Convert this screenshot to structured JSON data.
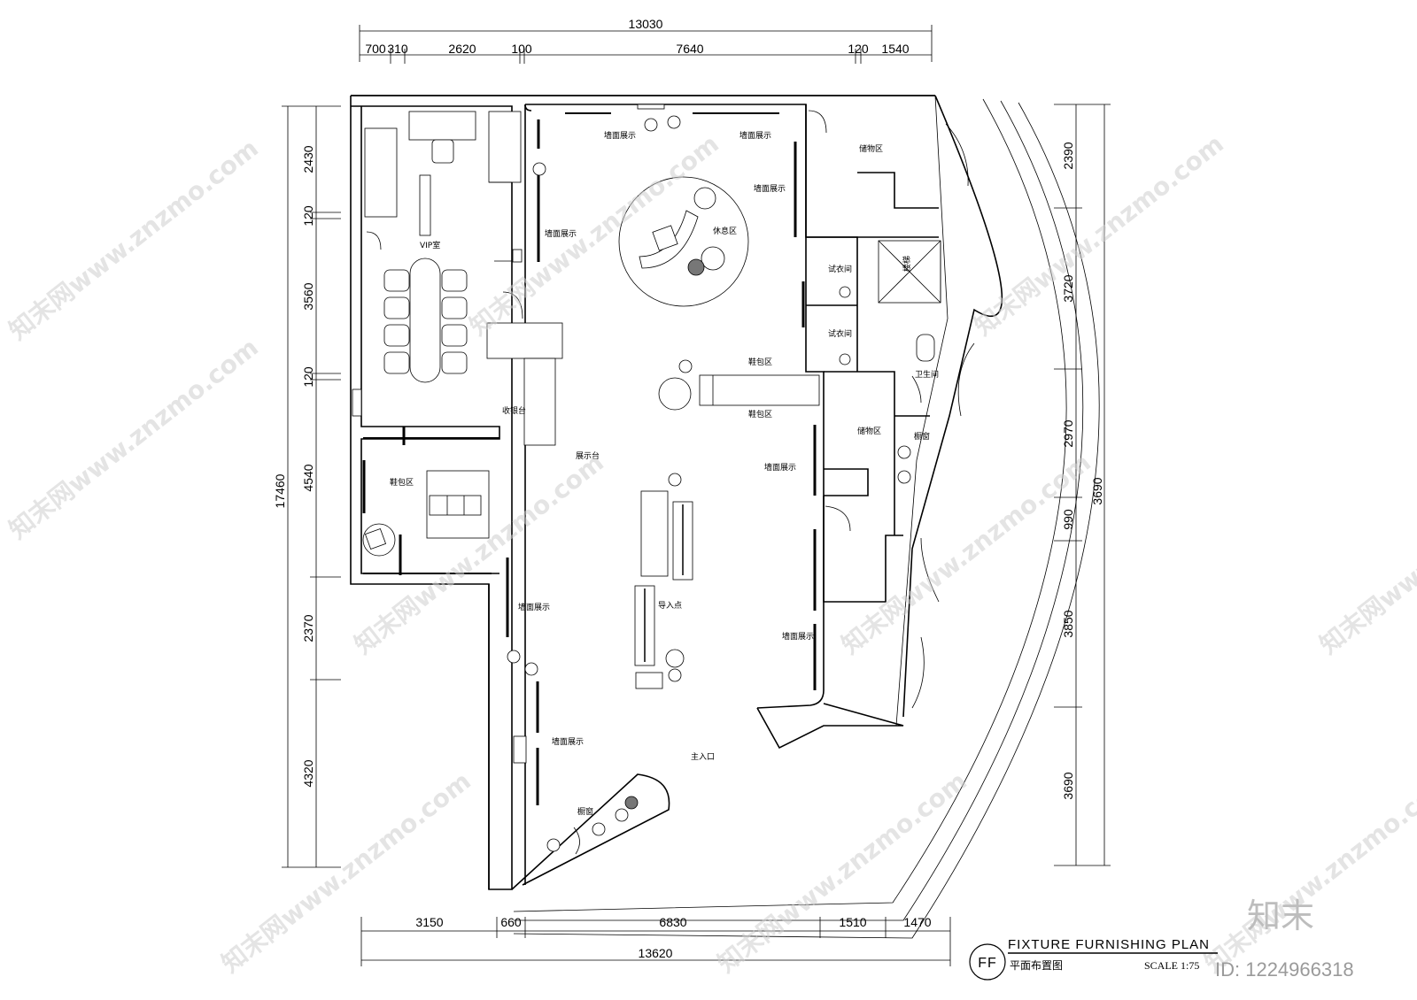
{
  "title": {
    "badge": "FF",
    "main": "FIXTURE FURNISHING PLAN",
    "sub": "平面布置图",
    "scale": "SCALE 1:75"
  },
  "dims": {
    "top_total": "13030",
    "top": [
      "700",
      "310",
      "2620",
      "100",
      "7640",
      "120",
      "1540"
    ],
    "left_total": "17460",
    "left": [
      "2430",
      "120",
      "3560",
      "120",
      "4540",
      "2370",
      "4320"
    ],
    "right_total": "3690",
    "right": [
      "2390",
      "3720",
      "2970",
      "990",
      "3850",
      "3690"
    ],
    "bottom_total": "13620",
    "bottom": [
      "3150",
      "660",
      "6830",
      "1510",
      "1470"
    ]
  },
  "rooms": {
    "vip": "VIP室",
    "cashier": "收银台",
    "display_table": "展示台",
    "shoe_bag_left": "鞋包区",
    "shoe_bag_mid_top": "鞋包区",
    "shoe_bag_mid_bottom": "鞋包区",
    "lounge": "休息区",
    "storage_top": "储物区",
    "storage_mid": "储物区",
    "fitting1": "试衣间",
    "fitting2": "试衣间",
    "wc": "卫生间",
    "window_right": "橱窗",
    "window_bottom": "橱窗",
    "guide": "导入点",
    "entrance": "主入口",
    "stair": "楼梯",
    "wall_display_1": "墙面展示",
    "wall_display_2": "墙面展示",
    "wall_display_3": "墙面展示",
    "wall_display_4": "墙面展示",
    "wall_display_5": "墙面展示",
    "wall_display_6": "墙面展示",
    "wall_display_7": "墙面展示",
    "wall_display_8": "墙面展示"
  },
  "watermark": {
    "text": "知末网www.znzmo.com",
    "logo": "知末",
    "id": "ID: 1224966318"
  }
}
